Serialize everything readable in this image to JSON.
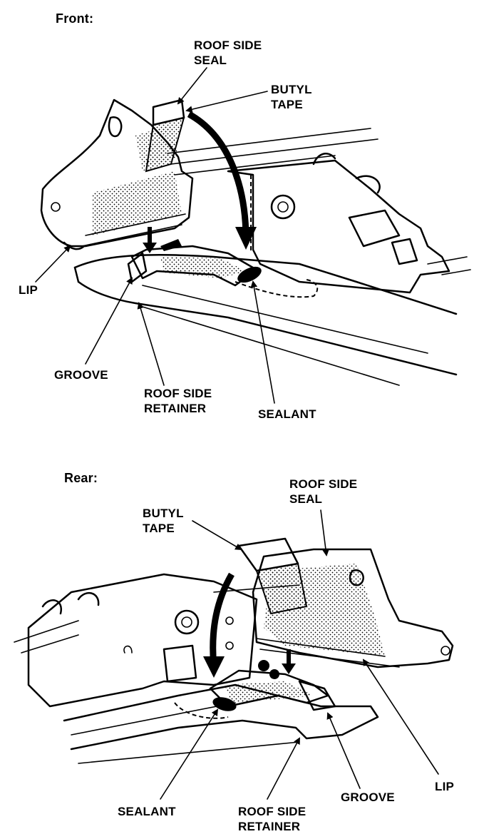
{
  "front": {
    "heading": "Front:",
    "labels": {
      "roof_side_seal": "ROOF SIDE\nSEAL",
      "butyl_tape": "BUTYL\nTAPE",
      "lip": "LIP",
      "groove": "GROOVE",
      "roof_side_retainer": "ROOF SIDE\nRETAINER",
      "sealant": "SEALANT"
    }
  },
  "rear": {
    "heading": "Rear:",
    "labels": {
      "roof_side_seal": "ROOF SIDE\nSEAL",
      "butyl_tape": "BUTYL\nTAPE",
      "sealant": "SEALANT",
      "roof_side_retainer": "ROOF SIDE\nRETAINER",
      "groove": "GROOVE",
      "lip": "LIP"
    }
  }
}
